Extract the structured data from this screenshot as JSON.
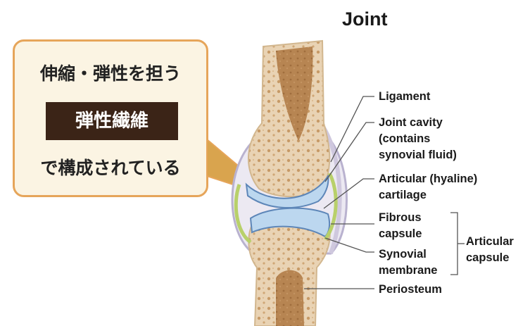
{
  "title": "Joint",
  "callout": {
    "line1": "伸縮・弾性を担う",
    "tag": "弾性繊維",
    "line3": "で構成されている"
  },
  "labels": {
    "ligament": "Ligament",
    "joint_cavity_1": "Joint cavity",
    "joint_cavity_2": "(contains",
    "joint_cavity_3": "synovial fluid)",
    "cartilage_1": "Articular (hyaline)",
    "cartilage_2": "cartilage",
    "fibrous_1": "Fibrous",
    "fibrous_2": "capsule",
    "synovial_1": "Synovial",
    "synovial_2": "membrane",
    "articular_capsule_1": "Articular",
    "articular_capsule_2": "capsule",
    "periosteum": "Periosteum"
  },
  "colors": {
    "callout_bg": "#fbf4e3",
    "callout_border": "#e6a55a",
    "tag_bg": "#3b2417",
    "bone": "#e9d3b4",
    "marrow": "#b78552",
    "cartilage": "#bcd7ef",
    "membrane": "#cfe08f"
  }
}
